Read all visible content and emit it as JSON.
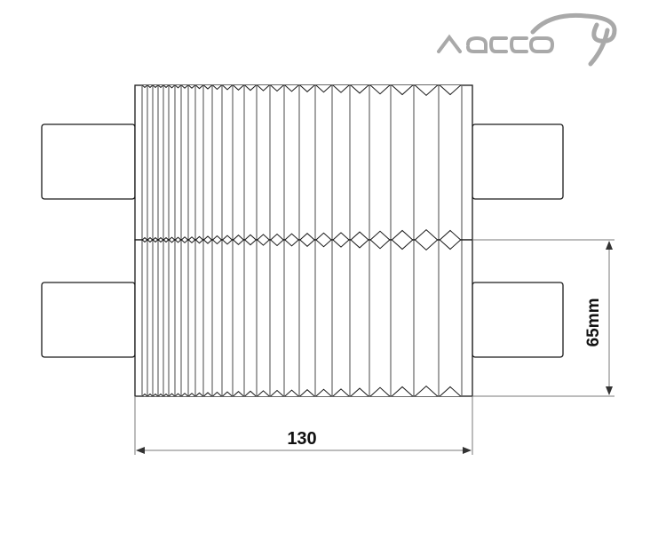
{
  "brand": {
    "logo_text": "aacco",
    "logo_color": "#a9a9a9"
  },
  "dimensions": {
    "width_label": "130",
    "height_label": "65mm"
  },
  "colors": {
    "stroke": "#1a1a1a",
    "dim_line": "#7a7a7a"
  }
}
